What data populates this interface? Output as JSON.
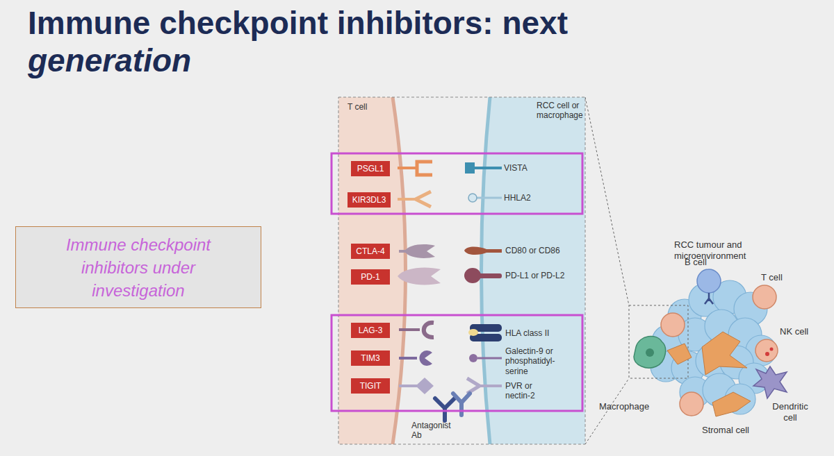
{
  "diagram": {
    "title": "Immune checkpoint inhibitors: next generation",
    "nodes": [
      {
        "text": [
          "Immune checkpoint inhibitors under investigation"
        ]
      },
      {
        "text": [
          "PSGL1"
        ]
      },
      {
        "text": [
          "KIR3DL3"
        ]
      },
      {
        "text": [
          "CTLA-4"
        ]
      },
      {
        "text": [
          "PD-1"
        ]
      },
      {
        "text": [
          "LAG-3"
        ]
      },
      {
        "text": [
          "TIM3"
        ]
      },
      {
        "text": [
          "TIGIT"
        ]
      }
    ],
    "labels": [
      "T cell",
      "RCC cell or macrophage",
      "VISTA",
      "HHLA2",
      "CD80 or CD86",
      "PD-L1 or PD-L2",
      "HLA class II",
      "Galectin-9 or phosphatidyl-serine",
      "PVR or nectin-2",
      "Antagonist Ab",
      "RCC tumour and microenvironment",
      "B cell",
      "T cell",
      "NK cell",
      "Macrophage",
      "Dendritic cell",
      "Stromal cell"
    ]
  }
}
